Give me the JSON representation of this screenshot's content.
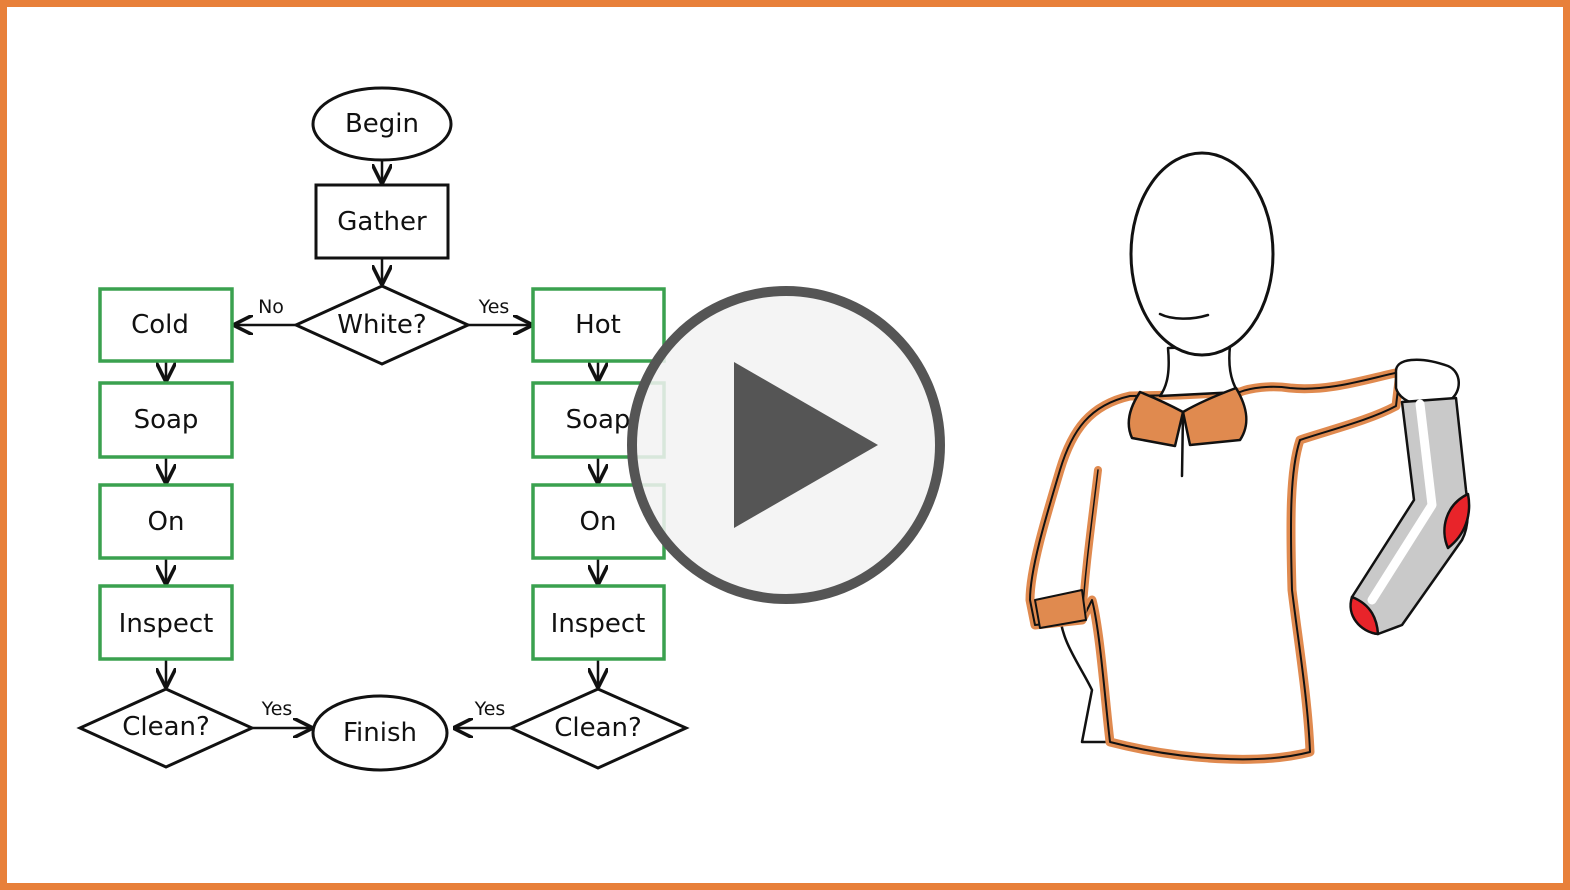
{
  "flowchart": {
    "begin": "Begin",
    "gather": "Gather",
    "white_question": "White?",
    "no_label": "No",
    "yes_label": "Yes",
    "cold": "Cold",
    "hot": "Hot",
    "soap": "Soap",
    "on": "On",
    "inspect": "Inspect",
    "clean_question": "Clean?",
    "finish": "Finish"
  },
  "colors": {
    "frame": "#e8803a",
    "green_box": "#3aa14f",
    "shirt_orange": "#e08a4f",
    "sock_red": "#e8242a",
    "sock_grey": "#c9c9c9",
    "play_fill": "#555555",
    "play_bg": "#f2f2f2"
  },
  "overlay": {
    "play_icon": "play-icon"
  },
  "illustration": {
    "figure": "mannequin-holding-sock"
  }
}
